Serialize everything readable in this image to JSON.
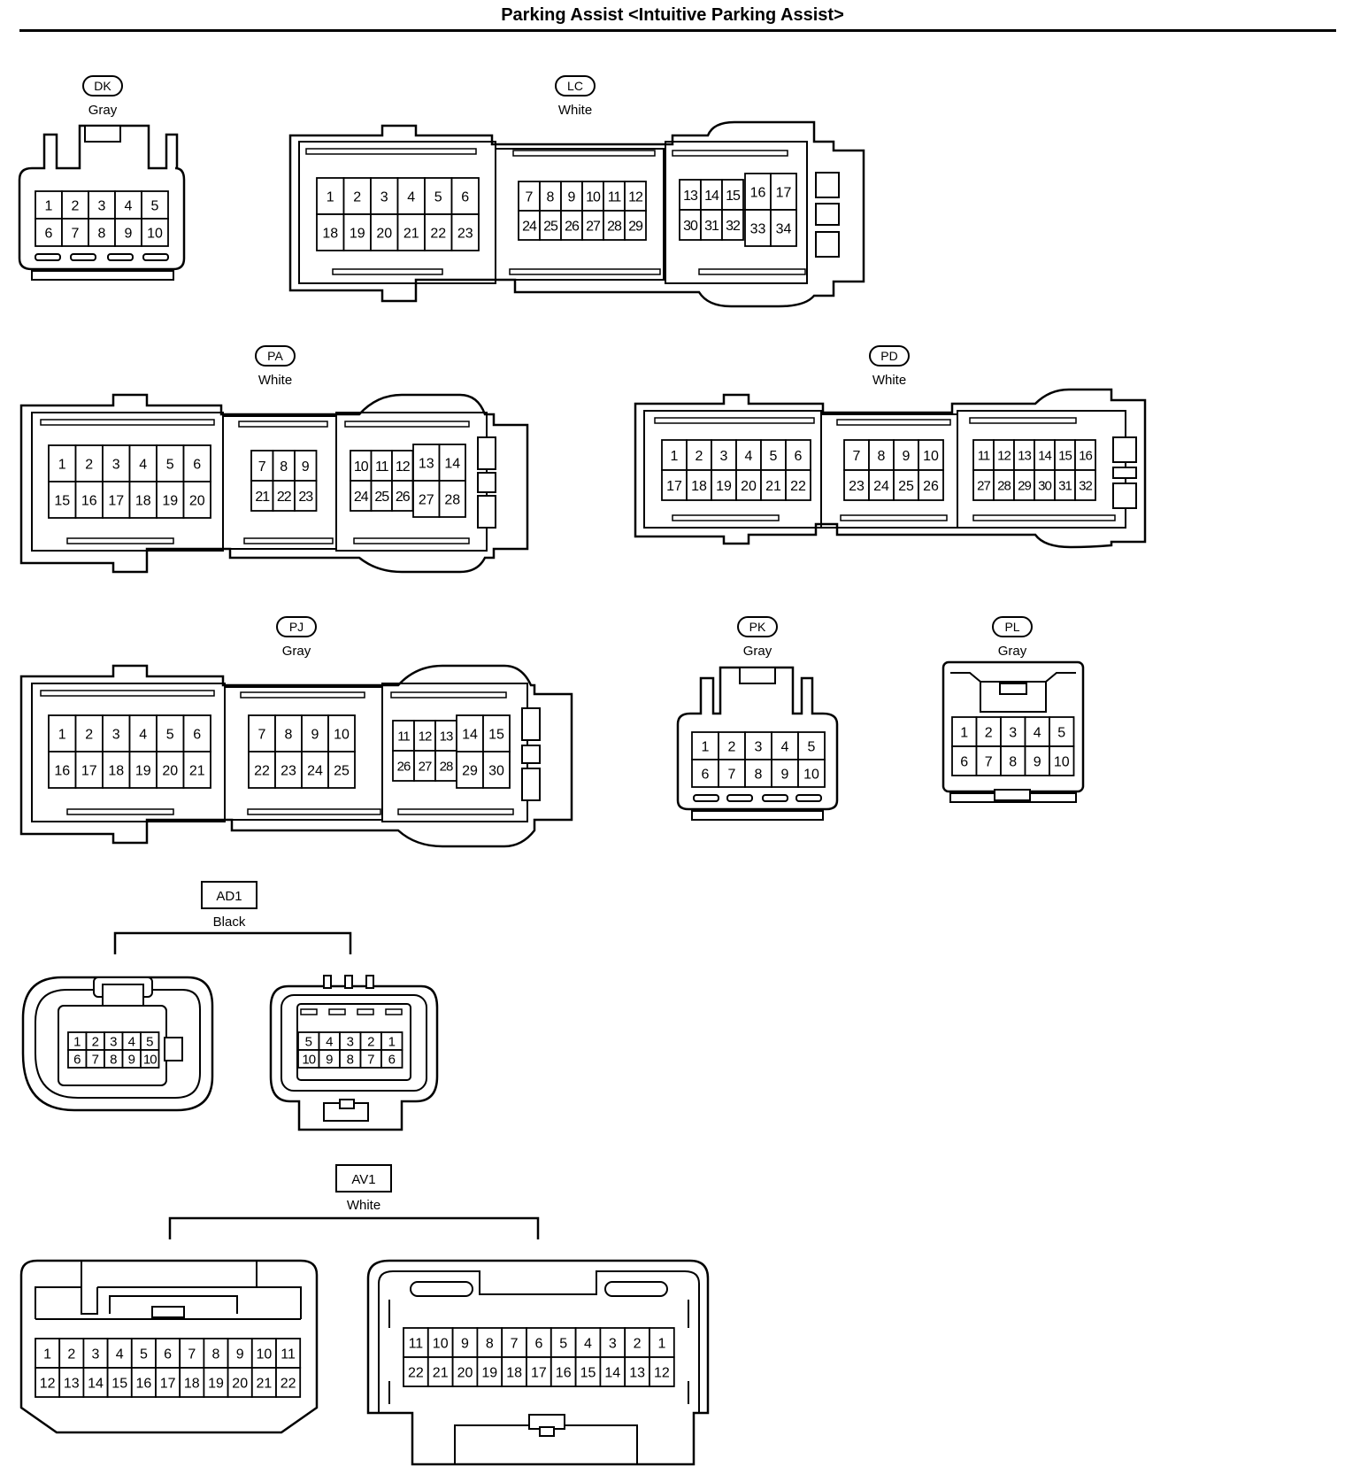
{
  "title": "Parking Assist <Intuitive Parking Assist>",
  "connectors": {
    "DK": {
      "code": "DK",
      "color": "Gray",
      "rows": [
        [
          "1",
          "2",
          "3",
          "4",
          "5"
        ],
        [
          "6",
          "7",
          "8",
          "9",
          "10"
        ]
      ]
    },
    "LC": {
      "code": "LC",
      "color": "White",
      "groupA": [
        [
          "1",
          "2",
          "3",
          "4",
          "5",
          "6"
        ],
        [
          "18",
          "19",
          "20",
          "21",
          "22",
          "23"
        ]
      ],
      "groupB": [
        [
          "7",
          "8",
          "9",
          "10",
          "11",
          "12"
        ],
        [
          "24",
          "25",
          "26",
          "27",
          "28",
          "29"
        ]
      ],
      "groupC": [
        [
          "13",
          "14",
          "15"
        ],
        [
          "30",
          "31",
          "32"
        ]
      ],
      "groupD": [
        [
          "16",
          "17"
        ],
        [
          "33",
          "34"
        ]
      ]
    },
    "PA": {
      "code": "PA",
      "color": "White",
      "groupA": [
        [
          "1",
          "2",
          "3",
          "4",
          "5",
          "6"
        ],
        [
          "15",
          "16",
          "17",
          "18",
          "19",
          "20"
        ]
      ],
      "groupB": [
        [
          "7",
          "8",
          "9"
        ],
        [
          "21",
          "22",
          "23"
        ]
      ],
      "groupC": [
        [
          "10",
          "11",
          "12"
        ],
        [
          "24",
          "25",
          "26"
        ]
      ],
      "groupD": [
        [
          "13",
          "14"
        ],
        [
          "27",
          "28"
        ]
      ]
    },
    "PD": {
      "code": "PD",
      "color": "White",
      "groupA": [
        [
          "1",
          "2",
          "3",
          "4",
          "5",
          "6"
        ],
        [
          "17",
          "18",
          "19",
          "20",
          "21",
          "22"
        ]
      ],
      "groupB": [
        [
          "7",
          "8",
          "9",
          "10"
        ],
        [
          "23",
          "24",
          "25",
          "26"
        ]
      ],
      "groupC": [
        [
          "11",
          "12",
          "13",
          "14",
          "15",
          "16"
        ],
        [
          "27",
          "28",
          "29",
          "30",
          "31",
          "32"
        ]
      ]
    },
    "PJ": {
      "code": "PJ",
      "color": "Gray",
      "groupA": [
        [
          "1",
          "2",
          "3",
          "4",
          "5",
          "6"
        ],
        [
          "16",
          "17",
          "18",
          "19",
          "20",
          "21"
        ]
      ],
      "groupB": [
        [
          "7",
          "8",
          "9",
          "10"
        ],
        [
          "22",
          "23",
          "24",
          "25"
        ]
      ],
      "groupC": [
        [
          "11",
          "12",
          "13"
        ],
        [
          "26",
          "27",
          "28"
        ]
      ],
      "groupD": [
        [
          "14",
          "15"
        ],
        [
          "29",
          "30"
        ]
      ]
    },
    "PK": {
      "code": "PK",
      "color": "Gray",
      "rows": [
        [
          "1",
          "2",
          "3",
          "4",
          "5"
        ],
        [
          "6",
          "7",
          "8",
          "9",
          "10"
        ]
      ]
    },
    "PL": {
      "code": "PL",
      "color": "Gray",
      "rows": [
        [
          "1",
          "2",
          "3",
          "4",
          "5"
        ],
        [
          "6",
          "7",
          "8",
          "9",
          "10"
        ]
      ]
    },
    "AD1": {
      "code": "AD1",
      "color": "Black",
      "left": [
        [
          "1",
          "2",
          "3",
          "4",
          "5"
        ],
        [
          "6",
          "7",
          "8",
          "9",
          "10"
        ]
      ],
      "right": [
        [
          "5",
          "4",
          "3",
          "2",
          "1"
        ],
        [
          "10",
          "9",
          "8",
          "7",
          "6"
        ]
      ]
    },
    "AV1": {
      "code": "AV1",
      "color": "White",
      "left": [
        [
          "1",
          "2",
          "3",
          "4",
          "5",
          "6",
          "7",
          "8",
          "9",
          "10",
          "11"
        ],
        [
          "12",
          "13",
          "14",
          "15",
          "16",
          "17",
          "18",
          "19",
          "20",
          "21",
          "22"
        ]
      ],
      "right": [
        [
          "11",
          "10",
          "9",
          "8",
          "7",
          "6",
          "5",
          "4",
          "3",
          "2",
          "1"
        ],
        [
          "22",
          "21",
          "20",
          "19",
          "18",
          "17",
          "16",
          "15",
          "14",
          "13",
          "12"
        ]
      ]
    }
  }
}
